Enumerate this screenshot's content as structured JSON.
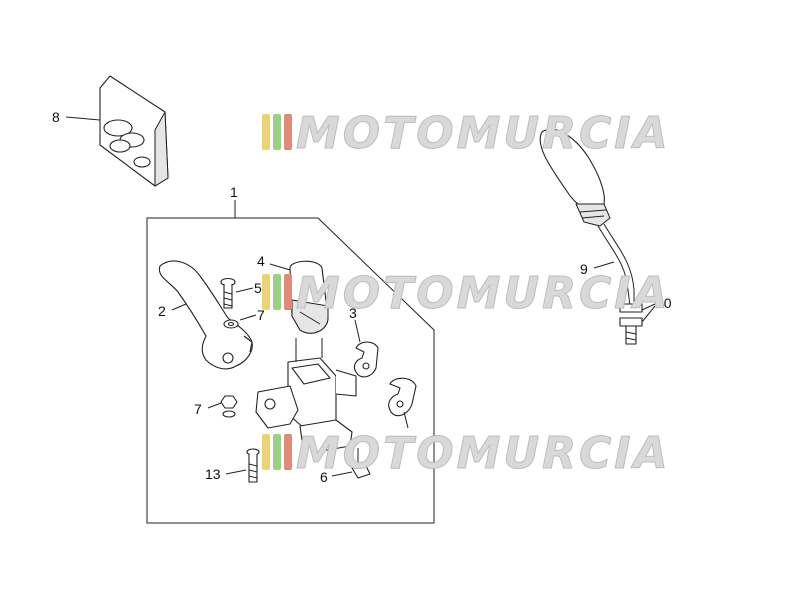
{
  "diagram": {
    "callouts": {
      "c1": "1",
      "c2": "2",
      "c3": "3",
      "c4": "4",
      "c5": "5",
      "c6": "6",
      "c7a": "7",
      "c7b": "7",
      "c8": "8",
      "c9": "9",
      "c10": "10",
      "c13": "13"
    },
    "watermark": {
      "text": "MOTOMURCIA",
      "stripe_colors": [
        "#e8d27a",
        "#9ccf86",
        "#e08a7a"
      ]
    }
  }
}
